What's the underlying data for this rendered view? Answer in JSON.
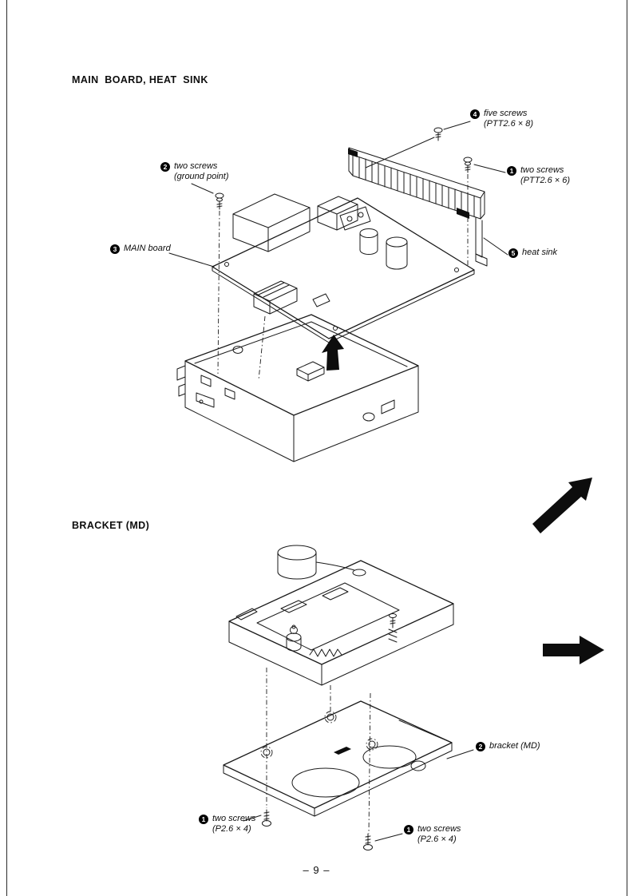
{
  "page": {
    "number": "– 9 –"
  },
  "sections": {
    "main_board": {
      "title": "MAIN  BOARD, HEAT  SINK",
      "callouts": {
        "five_screws": {
          "num": "4",
          "line1": "five screws",
          "line2": "(PTT2.6 × 8)"
        },
        "ground_screws": {
          "num": "2",
          "line1": "two screws",
          "line2": "(ground point)"
        },
        "right_screws": {
          "num": "1",
          "line1": "two screws",
          "line2": "(PTT2.6 × 6)"
        },
        "main_board": {
          "num": "3",
          "line1": "MAIN board",
          "line2": ""
        },
        "heat_sink": {
          "num": "5",
          "line1": "heat sink",
          "line2": ""
        }
      }
    },
    "bracket_md": {
      "title": "BRACKET (MD)",
      "callouts": {
        "bracket": {
          "num": "2",
          "line1": "bracket (MD)",
          "line2": ""
        },
        "screws_left": {
          "num": "1",
          "line1": "two screws",
          "line2": "(P2.6 × 4)"
        },
        "screws_right": {
          "num": "1",
          "line1": "two screws",
          "line2": "(P2.6 × 4)"
        }
      }
    }
  }
}
